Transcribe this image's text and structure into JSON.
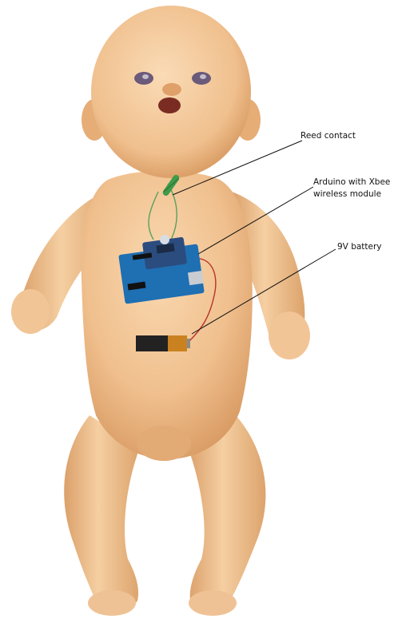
{
  "annotations": {
    "reed_contact": "Reed contact",
    "arduino_line1": "Arduino with Xbee",
    "arduino_line2": "wireless module",
    "battery": "9V battery"
  },
  "colors": {
    "background": "#ffffff",
    "doll_skin": "#f0c08e",
    "doll_shadow": "#d99a63",
    "board_blue": "#1f6fb3",
    "battery_body": "#222222",
    "battery_cap": "#c9821f",
    "reed_green": "#3f9a4a",
    "wire_red": "#b8322a",
    "leader_line": "#111111"
  },
  "icons": [
    "baby-doll-photo",
    "reed-switch-icon",
    "arduino-board-icon",
    "xbee-module-icon",
    "9v-battery-icon"
  ]
}
